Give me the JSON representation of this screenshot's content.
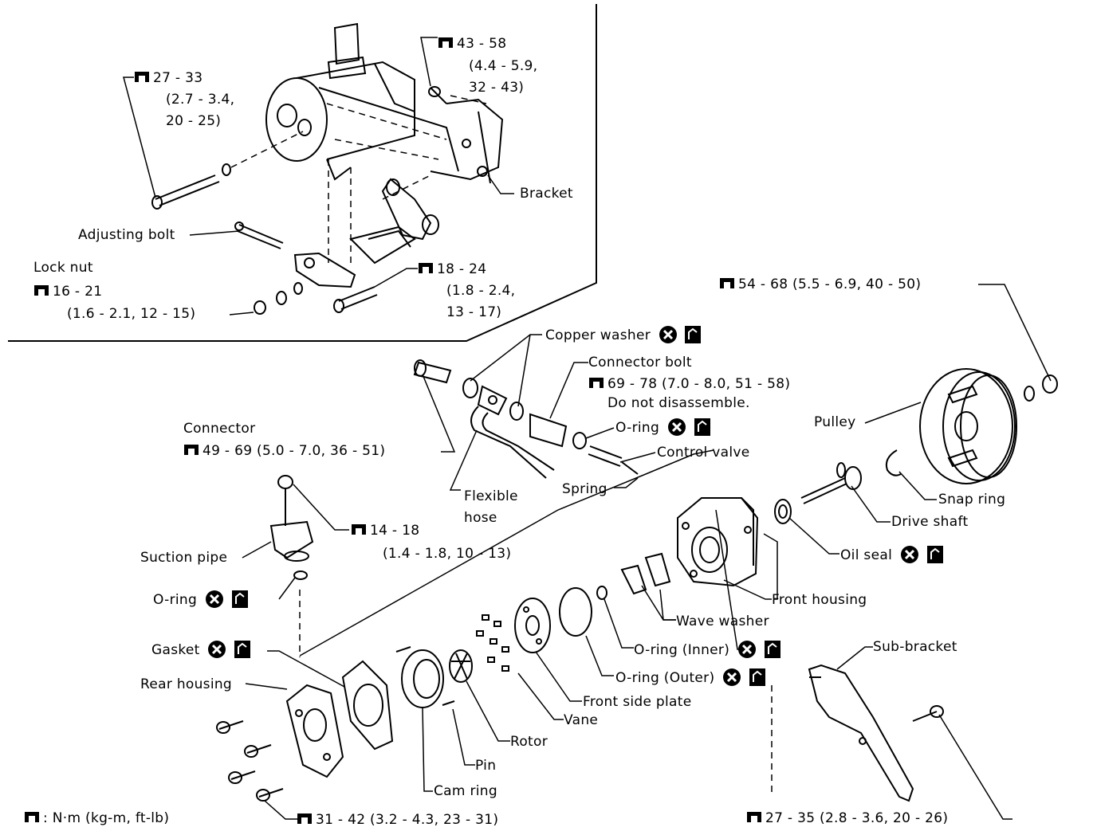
{
  "labels": {
    "bracket_torque": [
      "43 - 58",
      "(4.4 - 5.9,",
      "32 - 43)"
    ],
    "pump_bolt_torque": [
      "27 - 33",
      "(2.7 - 3.4,",
      "20 - 25)"
    ],
    "bracket": "Bracket",
    "adjusting_bolt": "Adjusting bolt",
    "lock_nut": "Lock nut",
    "lock_nut_torque": [
      "16 - 21",
      "(1.6 - 2.1, 12 - 15)"
    ],
    "lower_bolt_torque": [
      "18 - 24",
      "(1.8 - 2.4,",
      "13 - 17)"
    ],
    "pulley_nut_torque": "54 - 68 (5.5 - 6.9, 40 - 50)",
    "copper_washer": "Copper washer",
    "connector_bolt": "Connector bolt",
    "connector_bolt_torque": "69 - 78 (7.0 - 8.0, 51 - 58)",
    "do_not_disassemble": "Do not disassemble.",
    "o_ring": "O-ring",
    "control_valve": "Control valve",
    "connector": "Connector",
    "connector_torque": "49 - 69 (5.0 - 7.0, 36 - 51)",
    "spring": "Spring",
    "flexible_hose": [
      "Flexible",
      "hose"
    ],
    "pulley": "Pulley",
    "snap_ring": "Snap ring",
    "drive_shaft": "Drive shaft",
    "oil_seal": "Oil seal",
    "suction_pipe": "Suction pipe",
    "suction_torque": [
      "14 - 18",
      "(1.4 - 1.8, 10 - 13)"
    ],
    "o_ring_left": "O-ring",
    "front_housing": "Front housing",
    "wave_washer": "Wave washer",
    "gasket": "Gasket",
    "o_ring_inner": "O-ring (Inner)",
    "sub_bracket": "Sub-bracket",
    "rear_housing": "Rear housing",
    "o_ring_outer": "O-ring (Outer)",
    "front_side_plate": "Front side plate",
    "vane": "Vane",
    "rotor": "Rotor",
    "pin": "Pin",
    "cam_ring": "Cam ring",
    "legend": ": N·m (kg-m, ft-lb)",
    "rear_torque": "31 - 42 (3.2 - 4.3, 23 - 31)",
    "sub_bracket_torque": "27 - 35 (2.8 - 3.6, 20 - 26)"
  },
  "icons": {
    "torque": "torque-wrench-icon",
    "replace": "replace-x-icon",
    "lubricate": "lubricate-icon"
  },
  "colors": {
    "ink": "#000000",
    "paper": "#ffffff"
  }
}
